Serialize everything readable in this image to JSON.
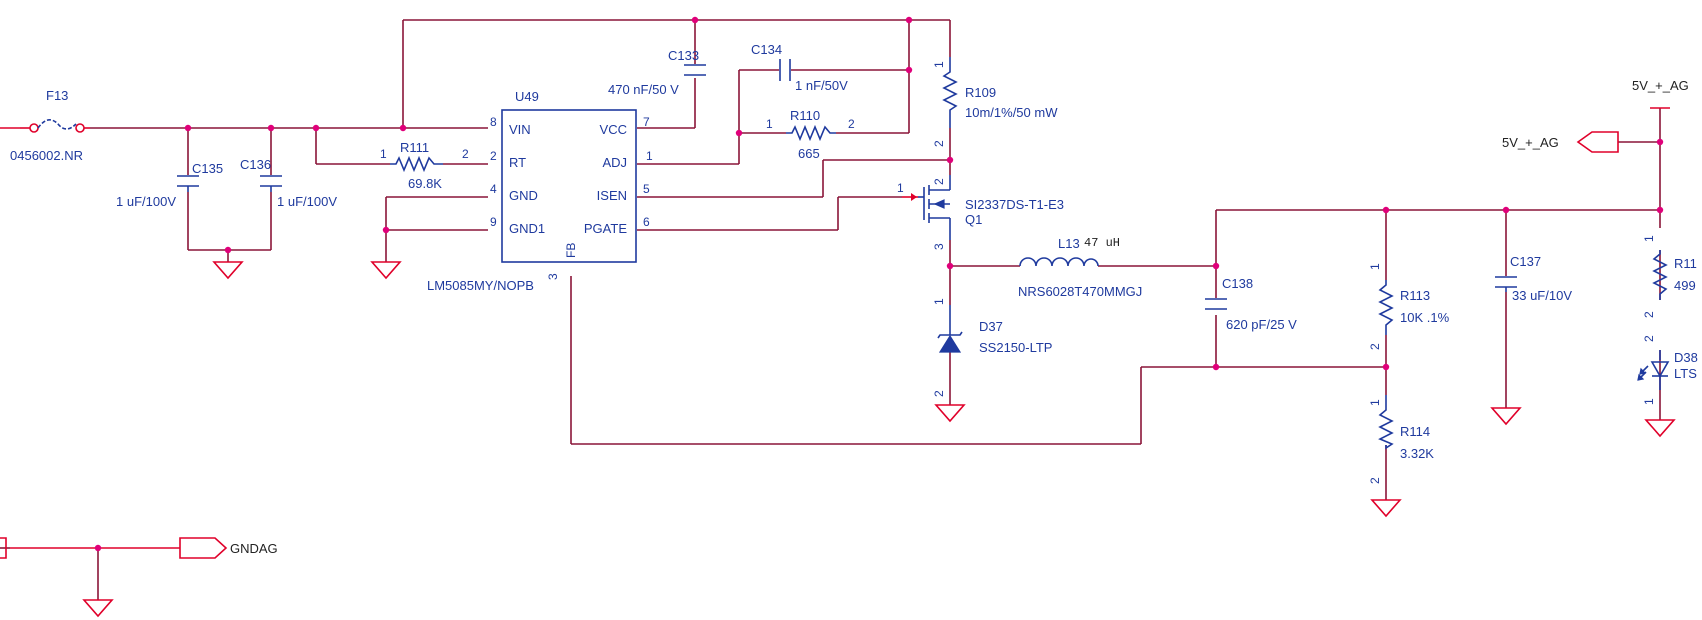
{
  "schematic": {
    "u49": {
      "ref": "U49",
      "part": "LM5085MY/NOPB",
      "pins": [
        {
          "name": "VIN",
          "num": "8"
        },
        {
          "name": "RT",
          "num": "2"
        },
        {
          "name": "GND",
          "num": "4"
        },
        {
          "name": "GND1",
          "num": "9"
        },
        {
          "name": "VCC",
          "num": "7"
        },
        {
          "name": "ADJ",
          "num": "1"
        },
        {
          "name": "ISEN",
          "num": "5"
        },
        {
          "name": "PGATE",
          "num": "6"
        },
        {
          "name": "FB",
          "num": "3"
        }
      ]
    },
    "f13": {
      "ref": "F13",
      "part": "0456002.NR"
    },
    "c135": {
      "ref": "C135",
      "value": "1 uF/100V"
    },
    "c136": {
      "ref": "C136",
      "value": "1 uF/100V"
    },
    "r111": {
      "ref": "R111",
      "value": "69.8K",
      "pin1": "1",
      "pin2": "2"
    },
    "c133": {
      "ref": "C133",
      "value": "470 nF/50 V"
    },
    "c134": {
      "ref": "C134",
      "value": "1 nF/50V"
    },
    "r110": {
      "ref": "R110",
      "value": "665",
      "pin1": "1",
      "pin2": "2"
    },
    "r109": {
      "ref": "R109",
      "value": "10m/1%/50 mW",
      "pin1": "1",
      "pin2": "2"
    },
    "q1": {
      "ref": "Q1",
      "part": "SI2337DS-T1-E3",
      "pin1": "1",
      "pin2": "2",
      "pin3": "3"
    },
    "l13": {
      "ref": "L13",
      "value": "47 uH",
      "part": "NRS6028T470MMGJ"
    },
    "d37": {
      "ref": "D37",
      "part": "SS2150-LTP",
      "pin1": "1",
      "pin2": "2"
    },
    "c138": {
      "ref": "C138",
      "value": "620 pF/25 V"
    },
    "r113": {
      "ref": "R113",
      "value": "10K .1%",
      "pin1": "1",
      "pin2": "2"
    },
    "r114": {
      "ref": "R114",
      "value": "3.32K",
      "pin1": "1",
      "pin2": "2"
    },
    "c137": {
      "ref": "C137",
      "value": "33 uF/10V"
    },
    "r11x": {
      "ref": "R11",
      "value": "499",
      "pin1": "1",
      "pin2": "2"
    },
    "d38": {
      "ref": "D38",
      "part": "LTS",
      "pin1": "1",
      "pin2": "2"
    },
    "nets": {
      "out_top": "5V_+_AG",
      "out_port": "5V_+_AG",
      "gnd_port": "GNDAG"
    }
  }
}
